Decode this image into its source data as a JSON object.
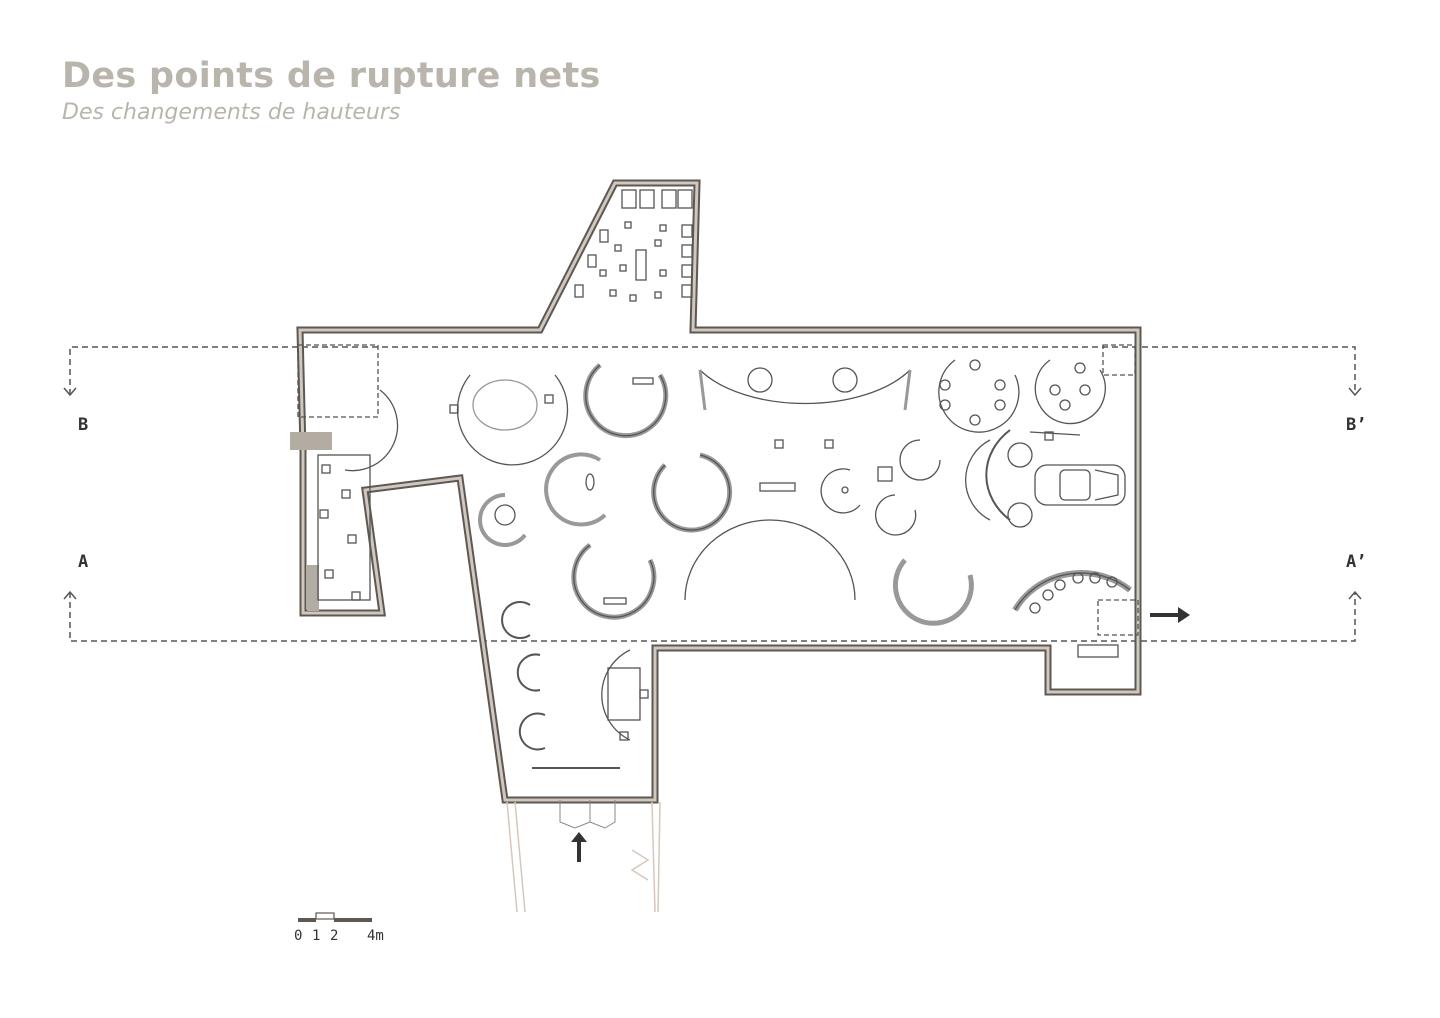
{
  "title": "Des points de rupture nets",
  "subtitle": "Des changements de hauteurs",
  "sections": {
    "b_left": "B",
    "b_right": "B’",
    "a_left": "A",
    "a_right": "A’"
  },
  "scale": {
    "s0": "0",
    "s1": "1",
    "s2": "2",
    "s4": "4m"
  },
  "colors": {
    "wall": "#b3aca3",
    "wall_line": "#5f5852",
    "text": "#b9b4ac",
    "ink": "#333333"
  }
}
